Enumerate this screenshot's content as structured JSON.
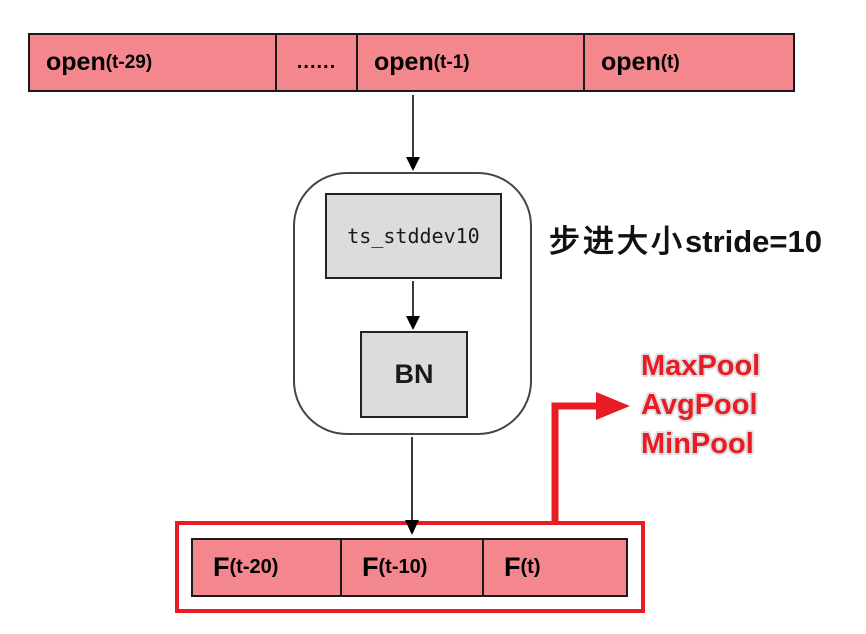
{
  "top_bar": {
    "cells": [
      {
        "main": "open",
        "sub": "(t-29)"
      },
      {
        "dots": "......"
      },
      {
        "main": "open",
        "sub": "(t-1)"
      },
      {
        "main": "open",
        "sub": "(t)"
      }
    ]
  },
  "pipeline": {
    "op_label": "ts_stddev10",
    "bn_label": "BN"
  },
  "annotations": {
    "stride_cn": "步进大小",
    "stride_en": "stride=10",
    "pool_labels": [
      "MaxPool",
      "AvgPool",
      "MinPool"
    ]
  },
  "bottom_bar": {
    "cells": [
      {
        "main": "F",
        "sub": "(t-20)"
      },
      {
        "main": "F",
        "sub": "(t-10)"
      },
      {
        "main": "F",
        "sub": "(t)"
      }
    ]
  },
  "colors": {
    "cell_pink": "#f4878d",
    "box_gray": "#dcdcdc",
    "accent_red": "#e81c24",
    "line_dark": "#3a3a3a"
  }
}
